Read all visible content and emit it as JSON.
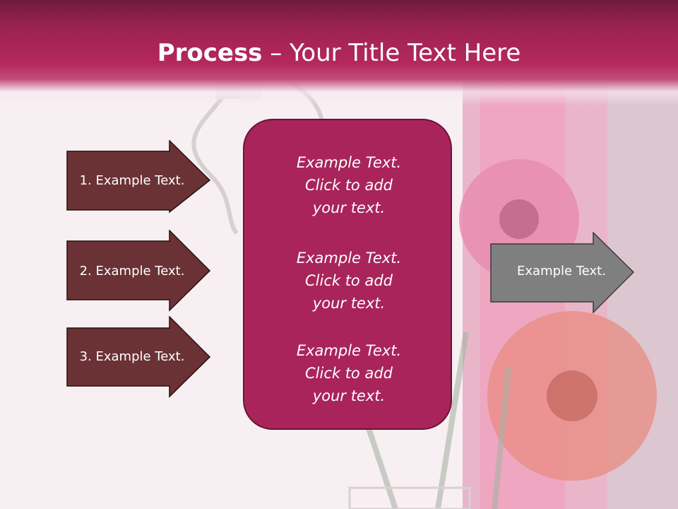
{
  "slide": {
    "title_bold": "Process",
    "title_rest": " – Your Title Text Here",
    "left_steps": [
      {
        "label": "1. Example Text."
      },
      {
        "label": "2. Example Text."
      },
      {
        "label": "3. Example Text."
      }
    ],
    "center_blocks": [
      {
        "line1": "Example Text.",
        "line2": "Click  to add",
        "line3": "your text."
      },
      {
        "line1": "Example Text.",
        "line2": "Click  to add",
        "line3": "your text."
      },
      {
        "line1": "Example Text.",
        "line2": "Click  to add",
        "line3": "your text."
      }
    ],
    "output_arrow": {
      "label": "Example Text."
    }
  },
  "colors": {
    "title_band": "#a9245b",
    "left_arrow_fill": "#6b3235",
    "center_box_fill": "#a9245b",
    "output_arrow_fill": "#7f7f7f"
  }
}
